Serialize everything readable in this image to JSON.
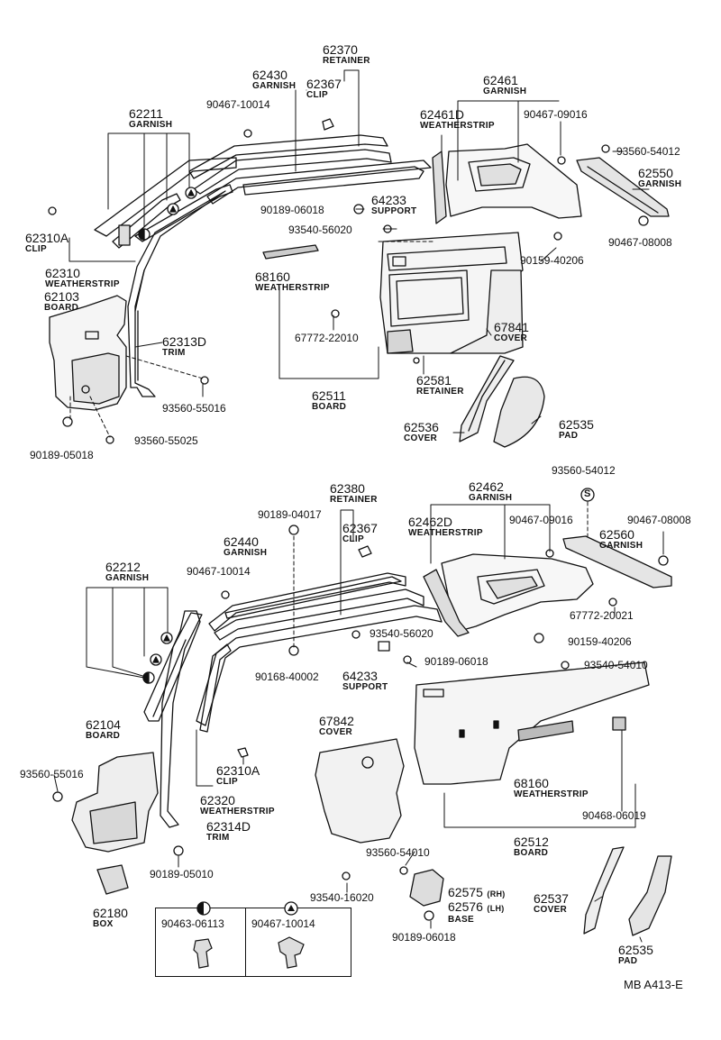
{
  "callouts": [
    {
      "id": "c62370",
      "number": "62370",
      "name": "RETAINER"
    },
    {
      "id": "c62430",
      "number": "62430",
      "name": "GARNISH"
    },
    {
      "id": "c62367a",
      "number": "62367",
      "name": "CLIP"
    },
    {
      "id": "c62461",
      "number": "62461",
      "name": "GARNISH"
    },
    {
      "id": "c62461D",
      "number": "62461D",
      "name": "WEATHERSTRIP"
    },
    {
      "id": "c62211",
      "number": "62211",
      "name": "GARNISH"
    },
    {
      "id": "c62550",
      "number": "62550",
      "name": "GARNISH"
    },
    {
      "id": "c64233a",
      "number": "64233",
      "name": "SUPPORT"
    },
    {
      "id": "c62310Aa",
      "number": "62310A",
      "name": "CLIP"
    },
    {
      "id": "c62310",
      "number": "62310",
      "name": "WEATHERSTRIP"
    },
    {
      "id": "c68160a",
      "number": "68160",
      "name": "WEATHERSTRIP"
    },
    {
      "id": "c62103",
      "number": "62103",
      "name": "BOARD"
    },
    {
      "id": "c62313D",
      "number": "62313D",
      "name": "TRIM"
    },
    {
      "id": "c67841",
      "number": "67841",
      "name": "COVER"
    },
    {
      "id": "c62581",
      "number": "62581",
      "name": "RETAINER"
    },
    {
      "id": "c62511",
      "number": "62511",
      "name": "BOARD"
    },
    {
      "id": "c62536",
      "number": "62536",
      "name": "COVER"
    },
    {
      "id": "c62535a",
      "number": "62535",
      "name": "PAD"
    },
    {
      "id": "c62380",
      "number": "62380",
      "name": "RETAINER"
    },
    {
      "id": "c62462",
      "number": "62462",
      "name": "GARNISH"
    },
    {
      "id": "c62367b",
      "number": "62367",
      "name": "CLIP"
    },
    {
      "id": "c62462D",
      "number": "62462D",
      "name": "WEATHERSTRIP"
    },
    {
      "id": "c62560",
      "number": "62560",
      "name": "GARNISH"
    },
    {
      "id": "c62440",
      "number": "62440",
      "name": "GARNISH"
    },
    {
      "id": "c62212",
      "number": "62212",
      "name": "GARNISH"
    },
    {
      "id": "c64233b",
      "number": "64233",
      "name": "SUPPORT"
    },
    {
      "id": "c67842",
      "number": "67842",
      "name": "COVER"
    },
    {
      "id": "c62104",
      "number": "62104",
      "name": "BOARD"
    },
    {
      "id": "c62310Ab",
      "number": "62310A",
      "name": "CLIP"
    },
    {
      "id": "c62320",
      "number": "62320",
      "name": "WEATHERSTRIP"
    },
    {
      "id": "c68160b",
      "number": "68160",
      "name": "WEATHERSTRIP"
    },
    {
      "id": "c62314D",
      "number": "62314D",
      "name": "TRIM"
    },
    {
      "id": "c62512",
      "number": "62512",
      "name": "BOARD"
    },
    {
      "id": "c62575",
      "number": "62575",
      "name": "(RH)"
    },
    {
      "id": "c62576",
      "number": "62576",
      "name": "(LH)"
    },
    {
      "id": "c62576base",
      "number": "",
      "name": "BASE"
    },
    {
      "id": "c62537",
      "number": "62537",
      "name": "COVER"
    },
    {
      "id": "c62180",
      "number": "62180",
      "name": "BOX"
    },
    {
      "id": "c62535b",
      "number": "62535",
      "name": "PAD"
    }
  ],
  "part_numbers": [
    {
      "id": "p1",
      "text": "90467-10014"
    },
    {
      "id": "p2",
      "text": "90467-09016"
    },
    {
      "id": "p3",
      "text": "93560-54012"
    },
    {
      "id": "p4",
      "text": "90189-06018"
    },
    {
      "id": "p5",
      "text": "93540-56020"
    },
    {
      "id": "p6",
      "text": "90467-08008"
    },
    {
      "id": "p7",
      "text": "90159-40206"
    },
    {
      "id": "p8",
      "text": "67772-22010"
    },
    {
      "id": "p9",
      "text": "93560-55016"
    },
    {
      "id": "p10",
      "text": "93560-55025"
    },
    {
      "id": "p11",
      "text": "90189-05018"
    },
    {
      "id": "p12",
      "text": "93560-54012"
    },
    {
      "id": "p13",
      "text": "90189-04017"
    },
    {
      "id": "p14",
      "text": "90467-09016"
    },
    {
      "id": "p15",
      "text": "90467-08008"
    },
    {
      "id": "p16",
      "text": "90467-10014"
    },
    {
      "id": "p17",
      "text": "67772-20021"
    },
    {
      "id": "p18",
      "text": "93540-56020"
    },
    {
      "id": "p19",
      "text": "90159-40206"
    },
    {
      "id": "p20",
      "text": "90189-06018"
    },
    {
      "id": "p21",
      "text": "93540-54010"
    },
    {
      "id": "p22",
      "text": "90168-40002"
    },
    {
      "id": "p23",
      "text": "93560-55016"
    },
    {
      "id": "p24",
      "text": "90468-06019"
    },
    {
      "id": "p25",
      "text": "93560-54010"
    },
    {
      "id": "p26",
      "text": "90189-05010"
    },
    {
      "id": "p27",
      "text": "93540-16020"
    },
    {
      "id": "p28",
      "text": "90189-06018"
    }
  ],
  "legend": {
    "half_circle_part": "90463-06113",
    "triangle_part": "90467-10014"
  },
  "reference": "MB  A413-E",
  "marker_s": "S"
}
